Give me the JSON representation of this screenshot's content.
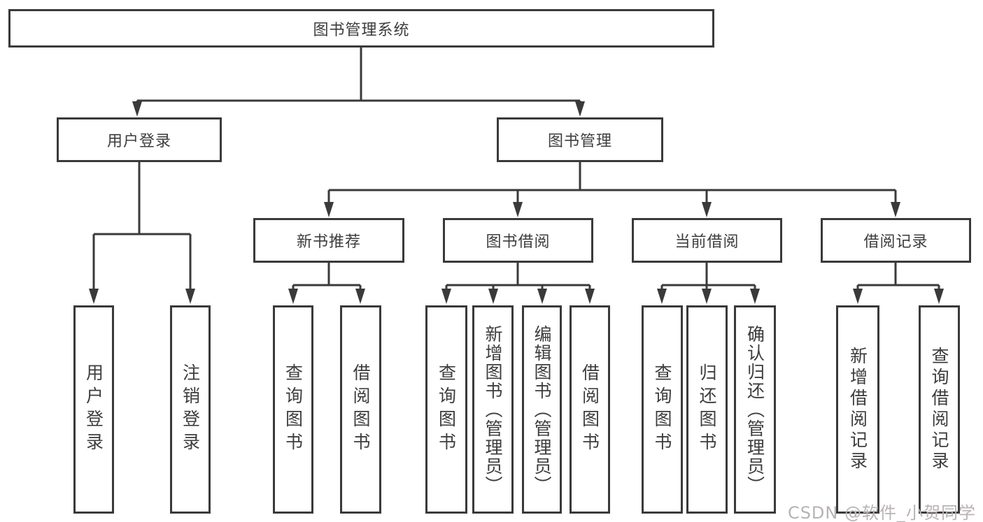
{
  "diagram": {
    "title": "图书管理系统",
    "type": "hierarchy-tree",
    "colors": {
      "line": "#3a3a3a",
      "text": "#3d3d3d",
      "background": "#ffffff",
      "watermark": "#b9b3b3"
    }
  },
  "nodes": {
    "root": "图书管理系统",
    "user_login": "用户登录",
    "book_management": "图书管理",
    "new_book_recommend": "新书推荐",
    "book_borrow": "图书借阅",
    "current_borrow": "当前借阅",
    "borrow_records": "借阅记录",
    "leaf_user_login": "用户登录",
    "leaf_logout": "注销登录",
    "leaf_query_book_a": "查询图书",
    "leaf_borrow_book_a": "借阅图书",
    "leaf_query_book_b": "查询图书",
    "leaf_add_book_admin": "新增图书（管理员）",
    "leaf_edit_book_admin": "编辑图书（管理员）",
    "leaf_borrow_book_b": "借阅图书",
    "leaf_query_book_c": "查询图书",
    "leaf_return_book": "归还图书",
    "leaf_confirm_return_admin": "确认归还（管理员）",
    "leaf_add_borrow_record": "新增借阅记录",
    "leaf_query_borrow_record": "查询借阅记录"
  },
  "watermark": {
    "text": "CSDN @软件_小贺同学"
  }
}
